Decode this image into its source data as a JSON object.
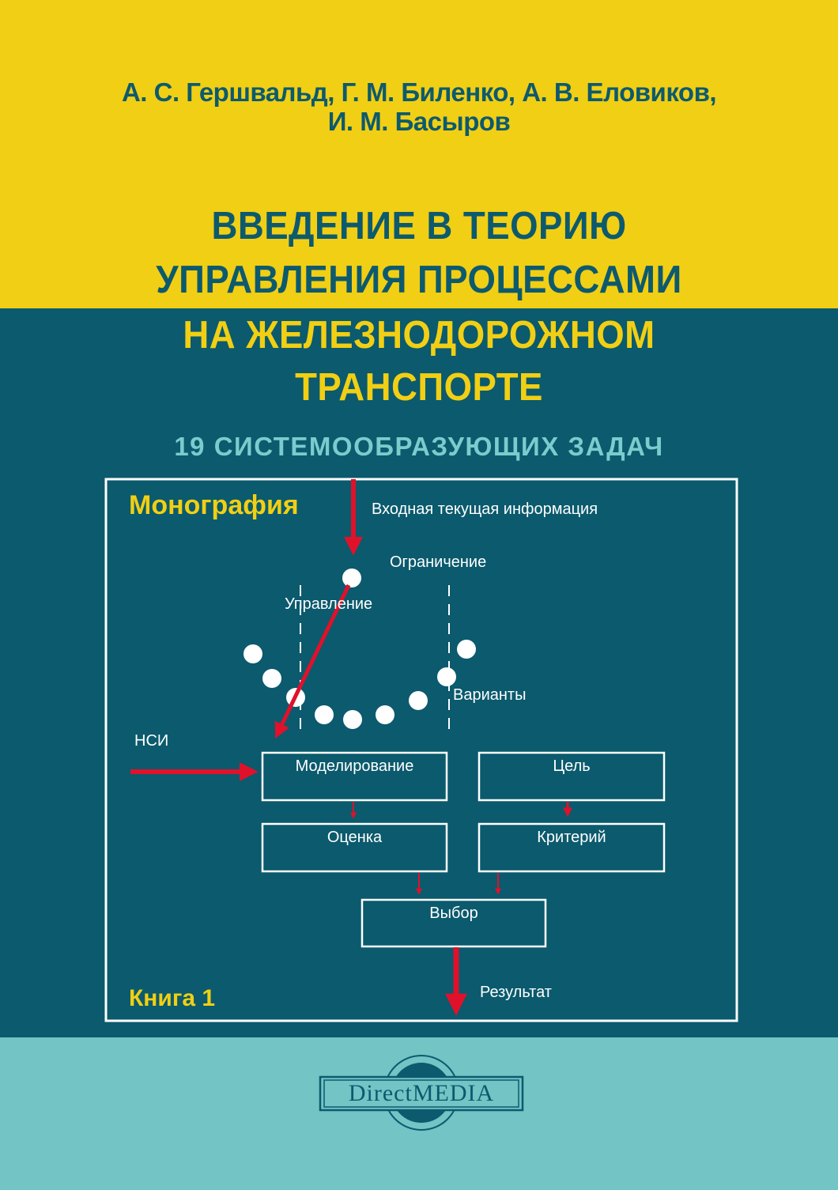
{
  "authors": {
    "line1": "А. С. Гершвальд, Г. М. Биленко, А. В. Еловиков,",
    "line2": "И. М. Басыров"
  },
  "title": {
    "line1": "ВВЕДЕНИЕ В ТЕОРИЮ",
    "line2": "УПРАВЛЕНИЯ ПРОЦЕССАМИ",
    "line3": "НА ЖЕЛЕЗНОДОРОЖНОМ",
    "line4": "ТРАНСПОРТЕ"
  },
  "subtitle": "19 СИСТЕМООБРАЗУЮЩИХ ЗАДАЧ",
  "genre": "Монография",
  "volume": "Книга 1",
  "diagram": {
    "input_label": "Входная текущая информация",
    "constraint_label": "Ограничение",
    "control_label": "Управление",
    "variants_label": "Варианты",
    "nsi_label": "НСИ",
    "boxes": {
      "modeling": "Моделирование",
      "goal": "Цель",
      "evaluation": "Оценка",
      "criterion": "Критерий",
      "choice": "Выбор"
    },
    "result_label": "Результат"
  },
  "publisher": {
    "logo_text": "DirectMEDIA"
  },
  "colors": {
    "yellow": "#f1cf14",
    "teal": "#0b5a6d",
    "light_teal": "#72c4c5",
    "arrow_red": "#e0112b"
  }
}
